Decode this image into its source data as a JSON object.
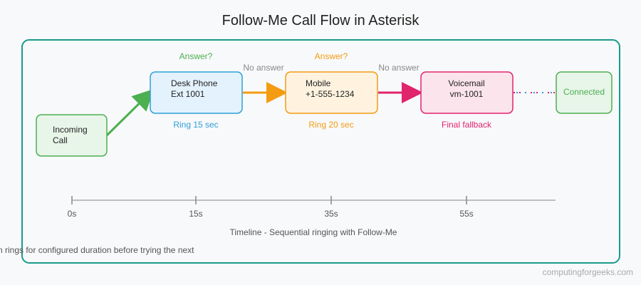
{
  "title": "Follow-Me Call Flow in Asterisk",
  "colors": {
    "frame": "#1a9a8a",
    "green": "#4caf50",
    "green_fill": "#e8f5e9",
    "blue": "#2e9fd8",
    "blue_fill": "#e3f2fd",
    "orange": "#f39c12",
    "orange_fill": "#fff3e0",
    "pink": "#e0246e",
    "pink_fill": "#fce4ec",
    "gray_text": "#888888",
    "axis": "#aaaaaa"
  },
  "nodes": {
    "incoming": {
      "line1": "Incoming",
      "line2": "Call"
    },
    "desk": {
      "line1": "Desk Phone",
      "line2": "Ext 1001",
      "question": "Answer?",
      "caption": "Ring 15 sec"
    },
    "mobile": {
      "line1": "Mobile",
      "line2": "+1-555-1234",
      "question": "Answer?",
      "caption": "Ring 20 sec"
    },
    "voicemail": {
      "line1": "Voicemail",
      "line2": "vm-1001",
      "caption": "Final fallback"
    },
    "connected": {
      "label": "Connected"
    }
  },
  "edges": {
    "no_answer_1": "No answer",
    "no_answer_2": "No answer"
  },
  "timeline": {
    "ticks": [
      "0s",
      "15s",
      "35s",
      "55s"
    ],
    "caption": "Timeline - Sequential ringing with Follow-Me"
  },
  "footnote": "n rings for configured duration before trying the next",
  "watermark": "computingforgeeks.com"
}
